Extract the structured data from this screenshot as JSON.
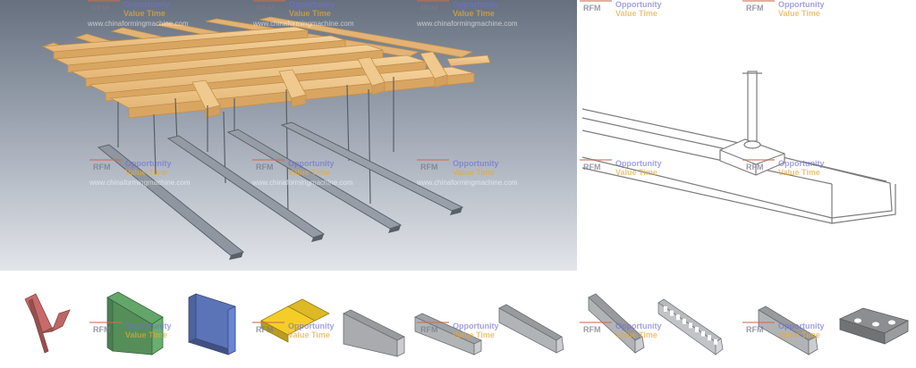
{
  "watermark": {
    "logo": "RFM",
    "line1": "Opportunity",
    "line2": "Value Time",
    "url": "www.chinaformingmachine.com"
  },
  "profiles": [
    {
      "name": "red-omega-profile-icon",
      "color": "#c86a6a"
    },
    {
      "name": "green-channel-profile-icon",
      "color": "#5f9e64"
    },
    {
      "name": "blue-u-channel-profile-icon",
      "color": "#5b74b8"
    },
    {
      "name": "yellow-angle-profile-icon",
      "color": "#e9c327"
    },
    {
      "name": "steel-u-channel-profile-icon",
      "color": "#a9abae"
    },
    {
      "name": "steel-lipped-channel-profile-icon",
      "color": "#a9abae"
    },
    {
      "name": "steel-c-stud-profile-icon",
      "color": "#a9abae"
    },
    {
      "name": "steel-hat-profile-icon",
      "color": "#a9abae"
    },
    {
      "name": "perforated-channel-profile-icon",
      "color": "#b9bbbe"
    },
    {
      "name": "steel-top-hat-profile-icon",
      "color": "#a9abae"
    },
    {
      "name": "steel-bracket-profile-icon",
      "color": "#8c8e91"
    }
  ]
}
